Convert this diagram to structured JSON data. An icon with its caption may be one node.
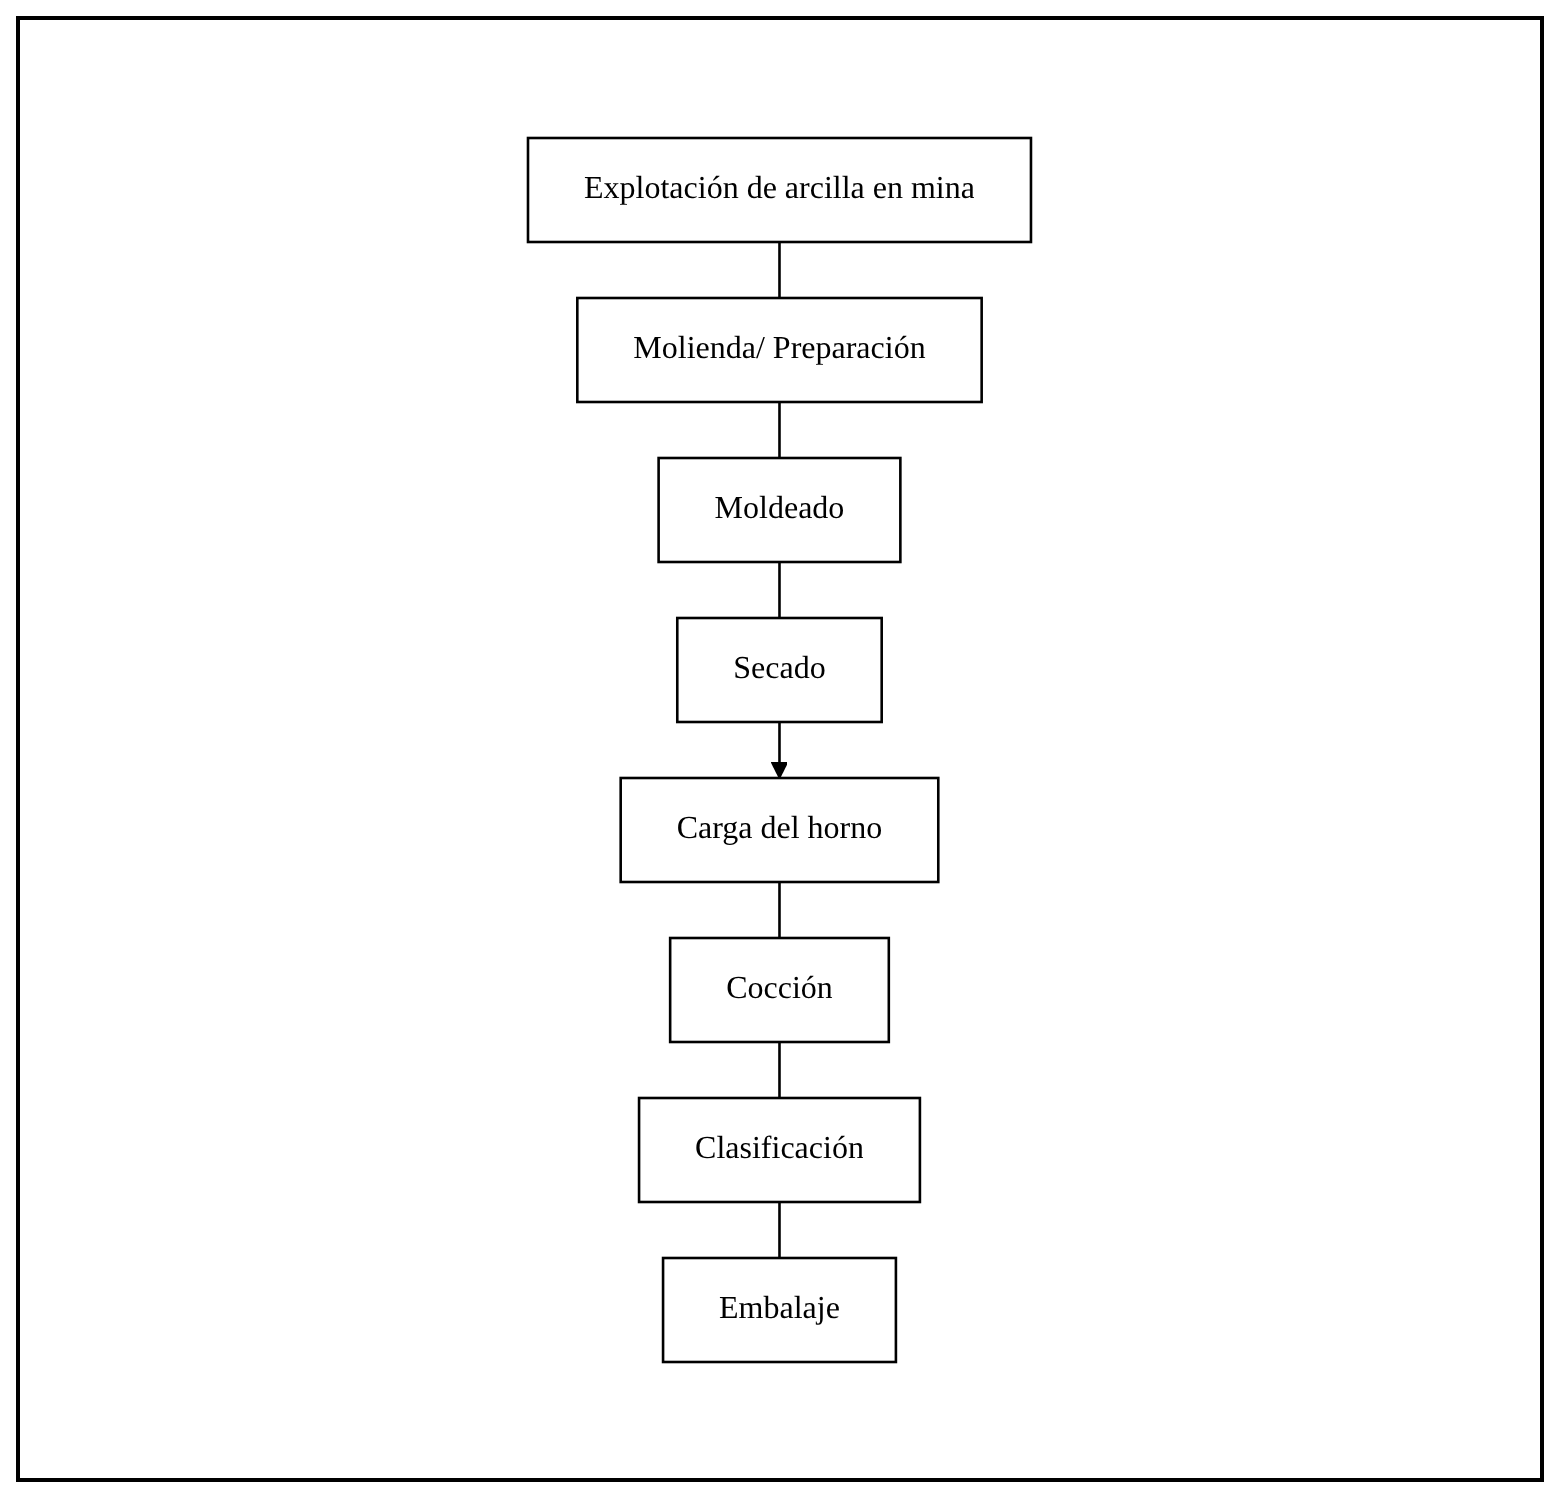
{
  "diagram": {
    "nodes": [
      {
        "text": [
          "Explotación de arcilla en mina"
        ]
      },
      {
        "text": [
          "Molienda/ Preparación"
        ]
      },
      {
        "text": [
          "Moldeado"
        ]
      },
      {
        "text": [
          "Secado"
        ]
      },
      {
        "text": [
          "Carga del horno"
        ]
      },
      {
        "text": [
          "Cocción"
        ]
      },
      {
        "text": [
          "Clasificación"
        ]
      },
      {
        "text": [
          "Embalaje"
        ]
      }
    ],
    "edges": [
      {
        "from": 0,
        "to": 1,
        "arrow": "none"
      },
      {
        "from": 1,
        "to": 2,
        "arrow": "none"
      },
      {
        "from": 2,
        "to": 3,
        "arrow": "none"
      },
      {
        "from": 3,
        "to": 4,
        "arrow": "to"
      },
      {
        "from": 4,
        "to": 5,
        "arrow": "none"
      },
      {
        "from": 5,
        "to": 6,
        "arrow": "none"
      },
      {
        "from": 6,
        "to": 7,
        "arrow": "none"
      }
    ]
  }
}
